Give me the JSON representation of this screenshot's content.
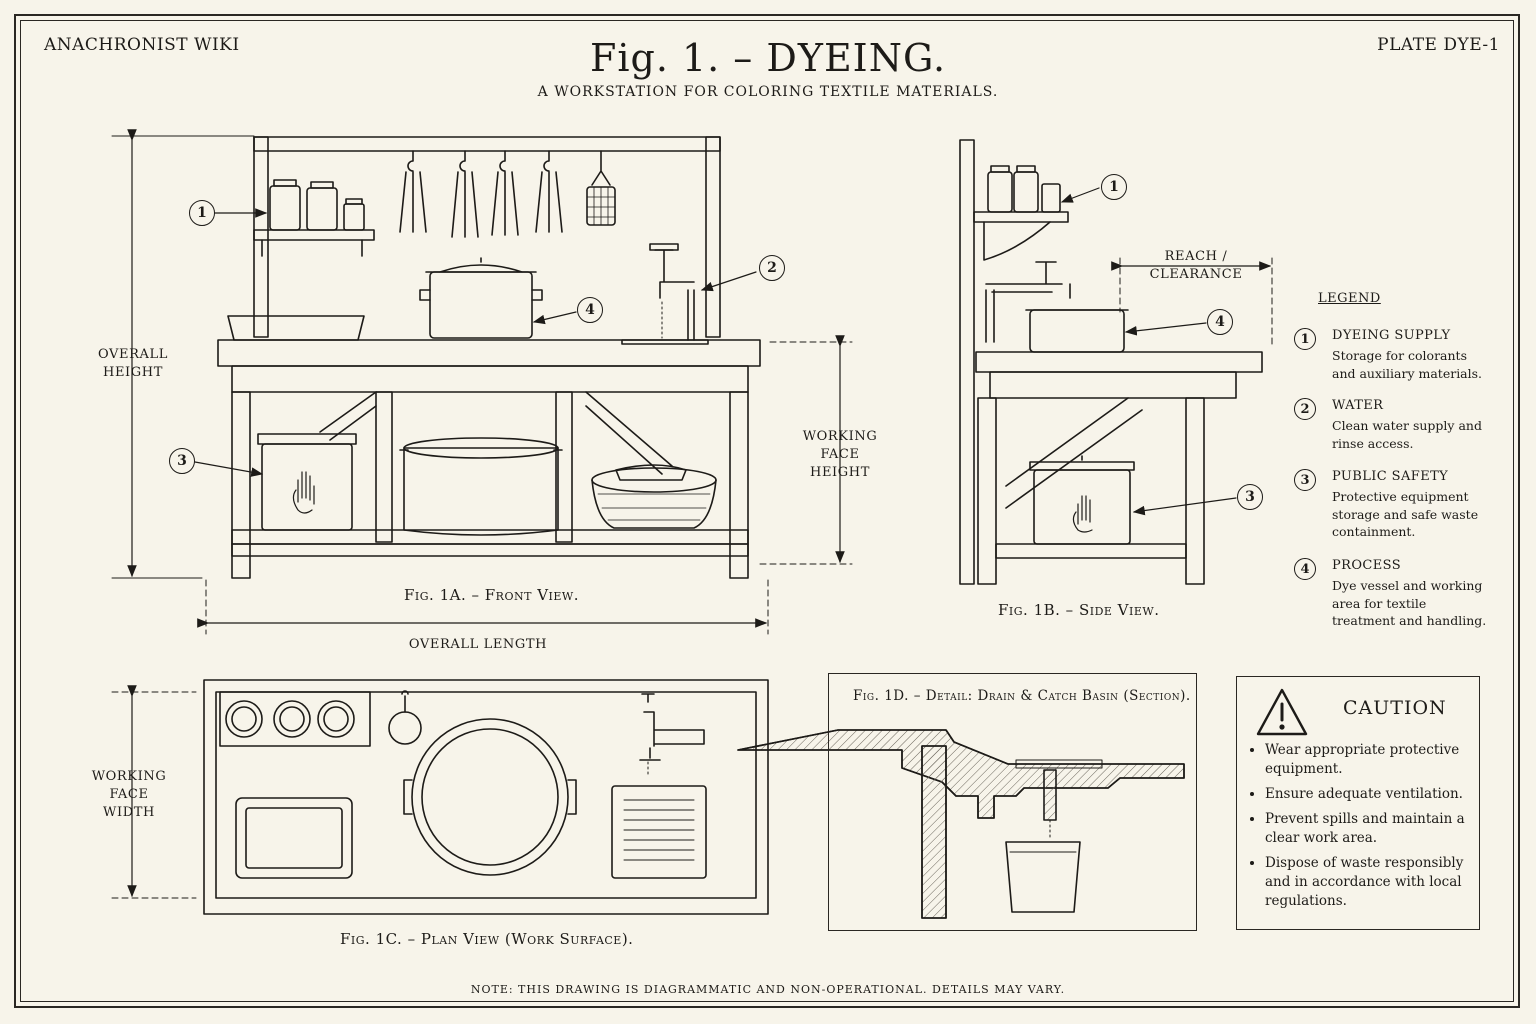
{
  "header": {
    "left": "ANACHRONIST WIKI",
    "right": "PLATE DYE-1",
    "title": "Fig. 1. – DYEING.",
    "subtitle": "A WORKSTATION FOR COLORING TEXTILE MATERIALS."
  },
  "front_view": {
    "caption": "Fig. 1A. – Front View.",
    "overall_height": "OVERALL HEIGHT",
    "working_face_height": "WORKING FACE HEIGHT",
    "overall_length": "OVERALL LENGTH",
    "callouts": [
      "1",
      "2",
      "3",
      "4"
    ]
  },
  "side_view": {
    "caption": "Fig. 1B. – Side View.",
    "reach_clearance": "REACH / CLEARANCE",
    "callouts": [
      "1",
      "4",
      "3"
    ]
  },
  "plan_view": {
    "caption": "Fig. 1C. – Plan View (Work Surface).",
    "working_face_width": "WORKING FACE WIDTH"
  },
  "detail": {
    "caption": "Fig. 1D. – Detail: Drain & Catch Basin (Section)."
  },
  "legend": {
    "title": "LEGEND",
    "items": [
      {
        "num": "1",
        "head": "DYEING SUPPLY",
        "desc": "Storage for colorants and auxiliary materials."
      },
      {
        "num": "2",
        "head": "WATER",
        "desc": "Clean water supply and rinse access."
      },
      {
        "num": "3",
        "head": "PUBLIC SAFETY",
        "desc": "Protective equipment storage and safe waste containment."
      },
      {
        "num": "4",
        "head": "PROCESS",
        "desc": "Dye vessel and working area for textile treatment and handling."
      }
    ]
  },
  "caution": {
    "title": "CAUTION",
    "items": [
      "Wear appropriate protective equipment.",
      "Ensure adequate ventilation.",
      "Prevent spills and maintain a clear work area.",
      "Dispose of waste responsibly and in accordance with local regulations."
    ]
  },
  "note": "NOTE: THIS DRAWING IS DIAGRAMMATIC AND NON-OPERATIONAL.  DETAILS MAY VARY."
}
